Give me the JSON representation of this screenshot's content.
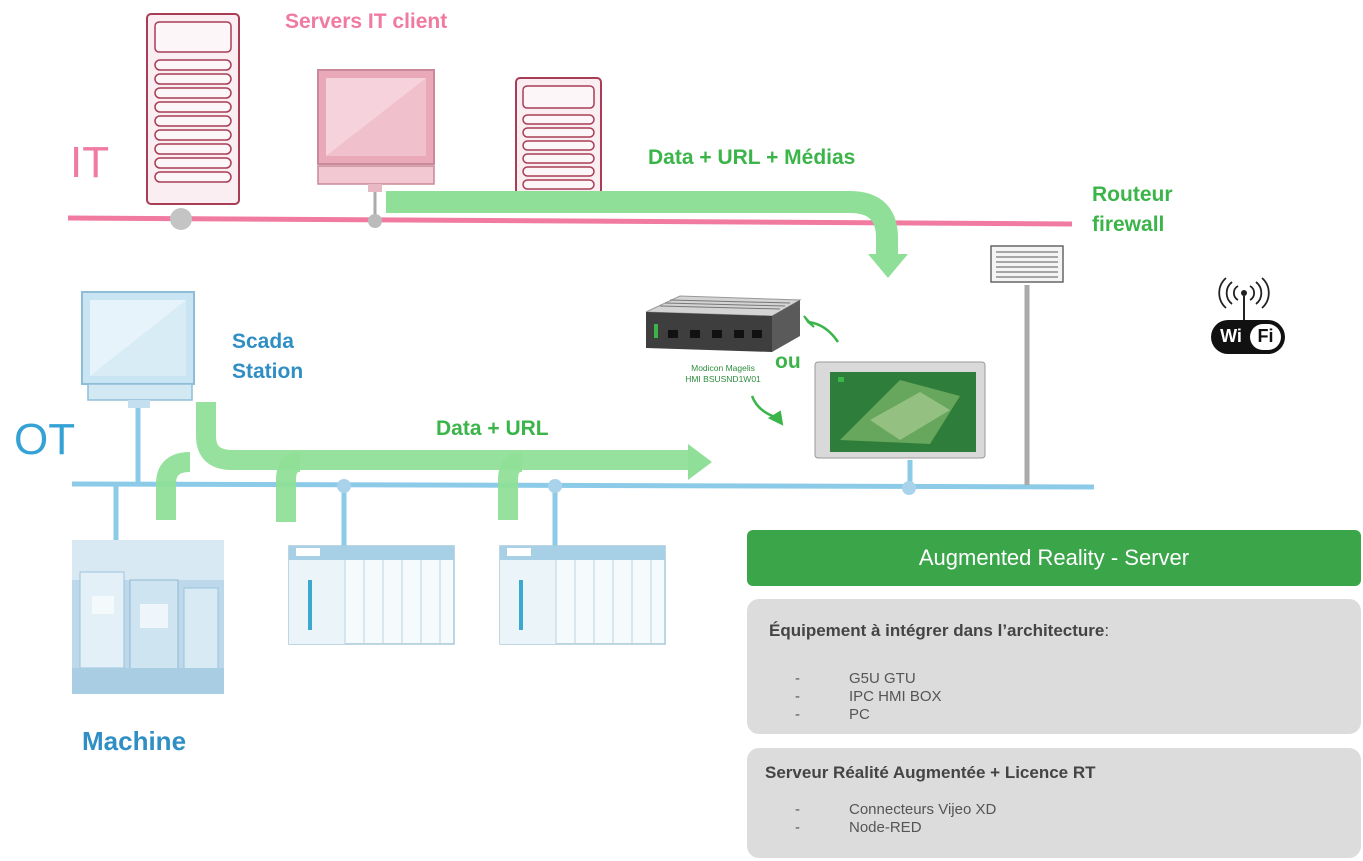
{
  "labels": {
    "servers": "Servers  IT client",
    "it": "IT",
    "ot": "OT",
    "data_url_medias": "Data + URL + Médias",
    "routeur": "Routeur",
    "firewall": "firewall",
    "scada_line1": "Scada",
    "scada_line2": "Station",
    "data_url": "Data + URL",
    "ou": "ou",
    "machine": "Machine",
    "box_line1": "Modicon Magelis",
    "box_line2": "HMI BSUSND1W01",
    "wifi_wi": "Wi",
    "wifi_fi": "Fi"
  },
  "ar_server": {
    "title": "Augmented Reality - Server"
  },
  "panel1": {
    "title_bold": "Équipement à intégrer dans l’architecture",
    "title_suffix": ":",
    "items": [
      "G5U GTU",
      "IPC HMI BOX",
      "PC"
    ]
  },
  "panel2": {
    "title": "Serveur  Réalité Augmentée + Licence RT",
    "items": [
      "Connecteurs Vijeo XD",
      "Node-RED"
    ]
  },
  "colors": {
    "it_line": "#f07aa0",
    "ot_line": "#8ccbe8",
    "flow_arrow": "#8fdf98",
    "green_text": "#3bb54a",
    "blue_text": "#2f8fc4",
    "ar_header": "#3ba54a",
    "panel_bg": "#dcdcdc"
  },
  "icons": [
    "it-server-tower-icon",
    "it-monitor-icon",
    "ot-monitor-icon",
    "router-icon",
    "wifi-icon",
    "hmi-box-icon",
    "hmi-panel-icon",
    "plc-rack-icon",
    "machine-photo-icon"
  ]
}
